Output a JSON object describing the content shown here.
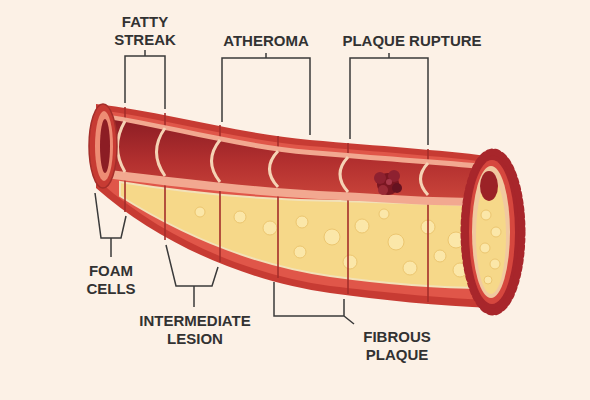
{
  "diagram": {
    "labels": [
      "FATTY STREAK",
      "ATHEROMA",
      "PLAQUE RUPTURE",
      "FOAM CELLS",
      "INTERMEDIATE LESION",
      "FIBROUS PLAQUE"
    ]
  }
}
